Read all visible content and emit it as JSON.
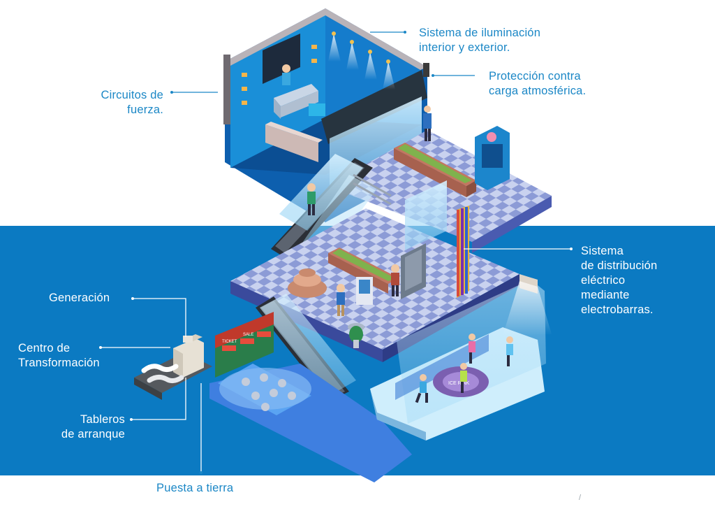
{
  "labels": {
    "iluminacion": "Sistema de iluminación\ninterior y exterior.",
    "proteccion": "Protección contra\ncarga atmosférica.",
    "circuitos": "Circuitos de\nfuerza.",
    "distribucion": "Sistema\nde distribución\neléctrico\nmediante\nelectrobarras.",
    "generacion": "Generación",
    "centro": "Centro de\nTransformación",
    "tableros": "Tableros\nde arranque",
    "puesta": "Puesta a tierra"
  },
  "signage": {
    "ice_rink": "ICE RINK",
    "stall_a": "TICKET",
    "stall_b": "SALE"
  },
  "footer_mark": "/",
  "colors": {
    "accent_blue": "#1b87c6",
    "band_blue": "#0b7ac2",
    "label_white": "#ffffff"
  }
}
